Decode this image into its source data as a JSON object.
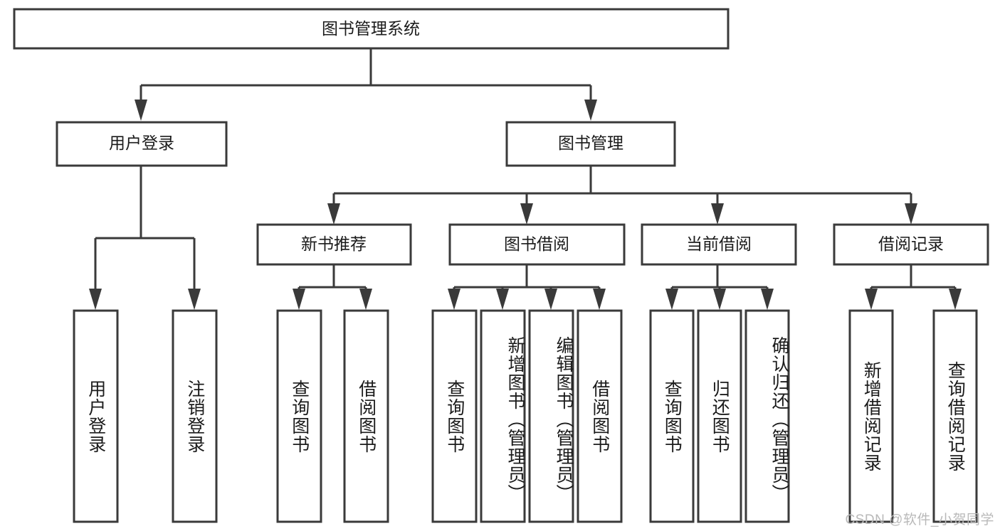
{
  "diagram": {
    "title_node": {
      "label": "图书管理系统"
    },
    "level1": [
      {
        "id": "user-login",
        "label": "用户登录"
      },
      {
        "id": "book-management",
        "label": "图书管理"
      }
    ],
    "level2": [
      {
        "id": "new-book-recommend",
        "label": "新书推荐"
      },
      {
        "id": "book-borrow",
        "label": "图书借阅"
      },
      {
        "id": "current-borrow",
        "label": "当前借阅"
      },
      {
        "id": "borrow-record",
        "label": "借阅记录"
      }
    ],
    "leaves": {
      "user_login": [
        {
          "id": "leaf-user-login",
          "label": "用户登录"
        },
        {
          "id": "leaf-logout-login",
          "label": "注销登录"
        }
      ],
      "new_book_recommend": [
        {
          "id": "leaf-query-book-1",
          "label": "查询图书"
        },
        {
          "id": "leaf-borrow-book-1",
          "label": "借阅图书"
        }
      ],
      "book_borrow": [
        {
          "id": "leaf-query-book-2",
          "label": "查询图书"
        },
        {
          "id": "leaf-add-book",
          "label": "新增图书（管理员）"
        },
        {
          "id": "leaf-edit-book",
          "label": "编辑图书（管理员）"
        },
        {
          "id": "leaf-borrow-book-2",
          "label": "借阅图书"
        }
      ],
      "current_borrow": [
        {
          "id": "leaf-query-book-3",
          "label": "查询图书"
        },
        {
          "id": "leaf-return-book",
          "label": "归还图书"
        },
        {
          "id": "leaf-confirm-return",
          "label": "确认归还（管理员）"
        }
      ],
      "borrow_record": [
        {
          "id": "leaf-add-record",
          "label": "新增借阅记录"
        },
        {
          "id": "leaf-query-record",
          "label": "查询借阅记录"
        }
      ]
    },
    "watermark": {
      "text": "CSDN @软件_小贺同学"
    },
    "colors": {
      "stroke": "#3a3a3a",
      "fill": "#ffffff",
      "text": "#1b1b1b",
      "watermark": "#b9b9b9"
    }
  }
}
